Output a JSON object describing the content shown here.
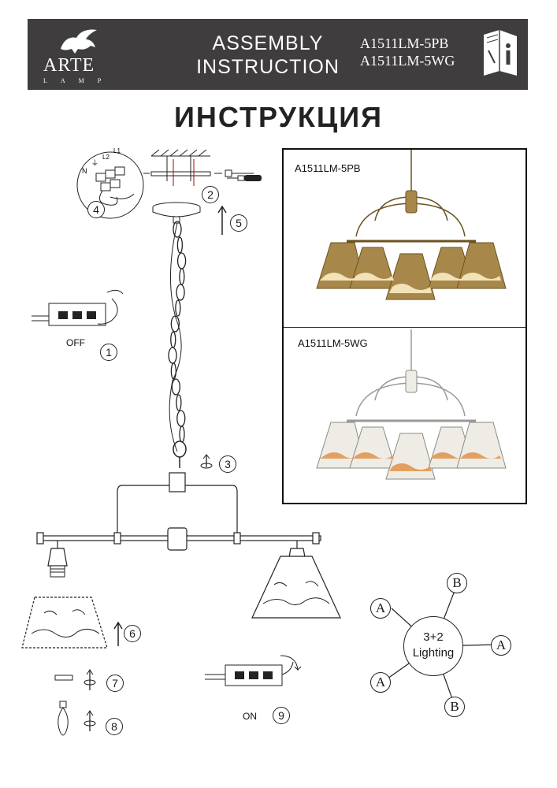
{
  "header": {
    "brand": "ARTE",
    "brand_sub": "LAMP",
    "title_line1": "ASSEMBLY",
    "title_line2": "INSTRUCTION",
    "model_1": "A1511LM-5PB",
    "model_2": "A1511LM-5WG"
  },
  "main_title": "ИНСТРУКЦИЯ",
  "photos": {
    "label_top": "A1511LM-5PB",
    "label_bottom": "A1511LM-5WG"
  },
  "steps": {
    "s1": "1",
    "s2": "2",
    "s3": "3",
    "s4": "4",
    "s5": "5",
    "s6": "6",
    "s7": "7",
    "s8": "8",
    "s9": "9",
    "off_label": "OFF",
    "on_label": "ON"
  },
  "wiring_letters": {
    "n": "N",
    "earth": "⏚",
    "l1": "L1",
    "l2": "L2"
  },
  "lighting": {
    "center_line1": "3+2",
    "center_line2": "Lighting",
    "a": "A",
    "b": "B"
  },
  "colors": {
    "banner": "#3f3d3e",
    "brass": "#a8884a",
    "white_finish": "#efece6"
  }
}
